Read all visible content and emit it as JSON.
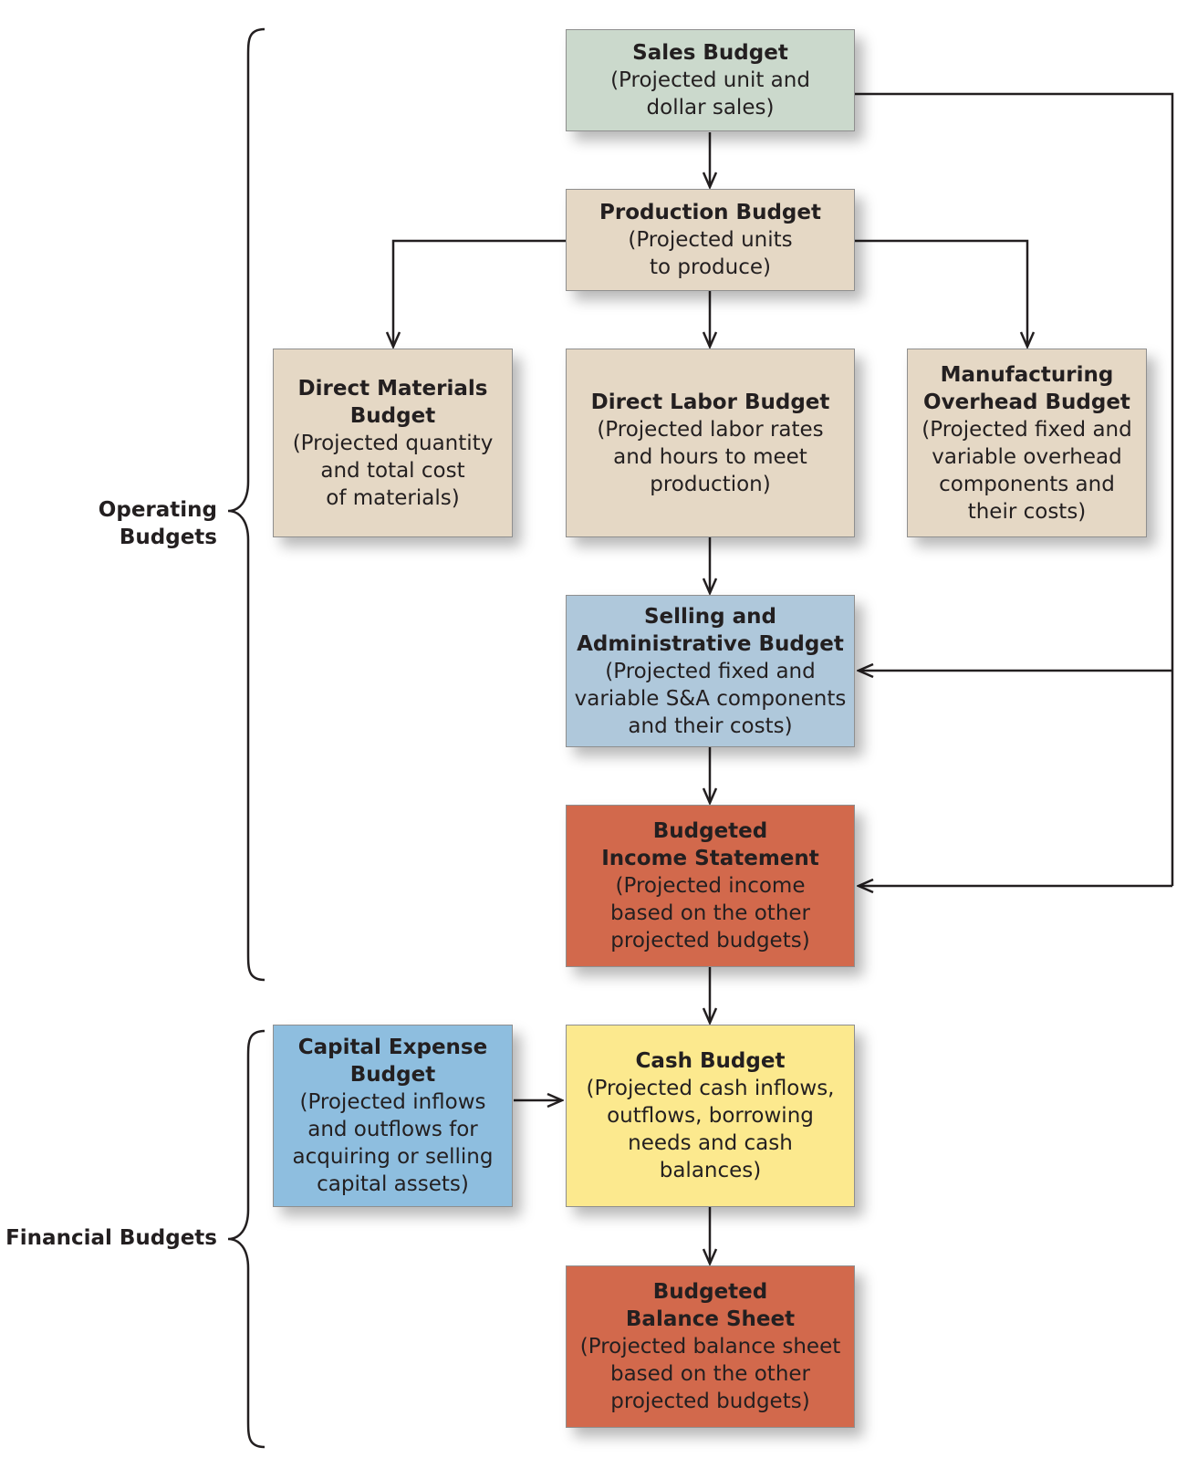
{
  "colors": {
    "sales": "#cbd9cc",
    "tan": "#e5d8c5",
    "blue_gray": "#afc8db",
    "orange": "#d2694c",
    "blue": "#8ebedf",
    "yellow": "#fce98e",
    "line": "#231f20"
  },
  "groups": {
    "operating": "Operating Budgets",
    "financial": "Financial Budgets"
  },
  "boxes": {
    "sales": {
      "title": "Sales Budget",
      "desc": "(Projected unit and\ndollar sales)"
    },
    "production": {
      "title": "Production Budget",
      "desc": "(Projected units\nto produce)"
    },
    "direct_materials": {
      "title": "Direct Materials\nBudget",
      "desc": "(Projected quantity\nand total cost\nof materials)"
    },
    "direct_labor": {
      "title": "Direct Labor Budget",
      "desc": "(Projected labor rates\nand hours to meet\nproduction)"
    },
    "overhead": {
      "title": "Manufacturing\nOverhead Budget",
      "desc": "(Projected fixed and\nvariable overhead\ncomponents and\ntheir costs)"
    },
    "selling_admin": {
      "title": "Selling and\nAdministrative Budget",
      "desc": "(Projected fixed and\nvariable S&A components\nand their costs)"
    },
    "income_statement": {
      "title": "Budgeted\nIncome Statement",
      "desc": "(Projected income\nbased on the other\nprojected budgets)"
    },
    "capital_expense": {
      "title": "Capital Expense\nBudget",
      "desc": "(Projected inflows\nand outflows for\nacquiring or selling\ncapital assets)"
    },
    "cash": {
      "title": "Cash Budget",
      "desc": "(Projected cash inflows,\noutflows, borrowing\nneeds and cash\nbalances)"
    },
    "balance_sheet": {
      "title": "Budgeted\nBalance Sheet",
      "desc": "(Projected balance sheet\nbased on the other\nprojected budgets)"
    }
  }
}
